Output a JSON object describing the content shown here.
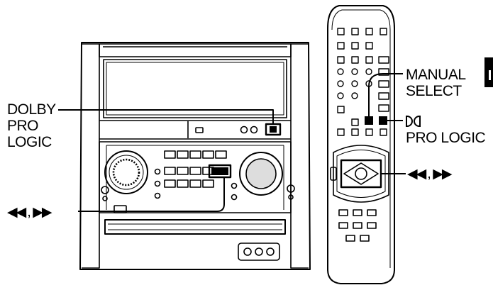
{
  "labels": {
    "dolby_pro_logic": [
      "DOLBY",
      "PRO",
      "LOGIC"
    ],
    "manual_select": [
      "MANUAL",
      "SELECT"
    ],
    "pro_logic": "PRO LOGIC",
    "skip_left": {
      "arrows": "◀◀",
      "comma": ",",
      "arrows2": "▶▶"
    },
    "skip_right": {
      "arrows": "◀◀",
      "comma": ",",
      "arrows2": "▶▶"
    }
  },
  "icons": [
    "dolby-double-d-icon",
    "rewind-icon",
    "fast-forward-icon"
  ],
  "colors": {
    "ink": "#000000",
    "paper": "#ffffff",
    "highlight": "#111111"
  }
}
